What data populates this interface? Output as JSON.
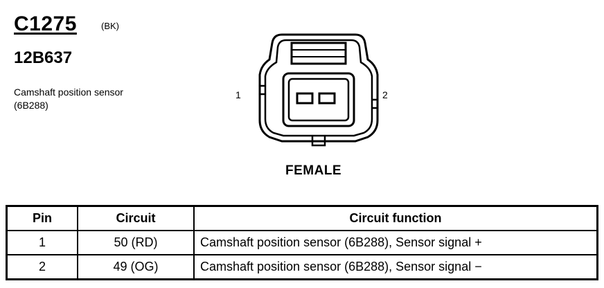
{
  "connector": {
    "id": "C1275",
    "color": "(BK)",
    "part_number": "12B637",
    "component": "Camshaft position sensor (6B288)",
    "pin_labels": [
      "1",
      "2"
    ],
    "gender": "FEMALE"
  },
  "table": {
    "headers": [
      "Pin",
      "Circuit",
      "Circuit function"
    ],
    "rows": [
      [
        "1",
        "50 (RD)",
        "Camshaft position sensor (6B288), Sensor signal +"
      ],
      [
        "2",
        "49 (OG)",
        "Camshaft position sensor (6B288), Sensor signal −"
      ]
    ]
  }
}
